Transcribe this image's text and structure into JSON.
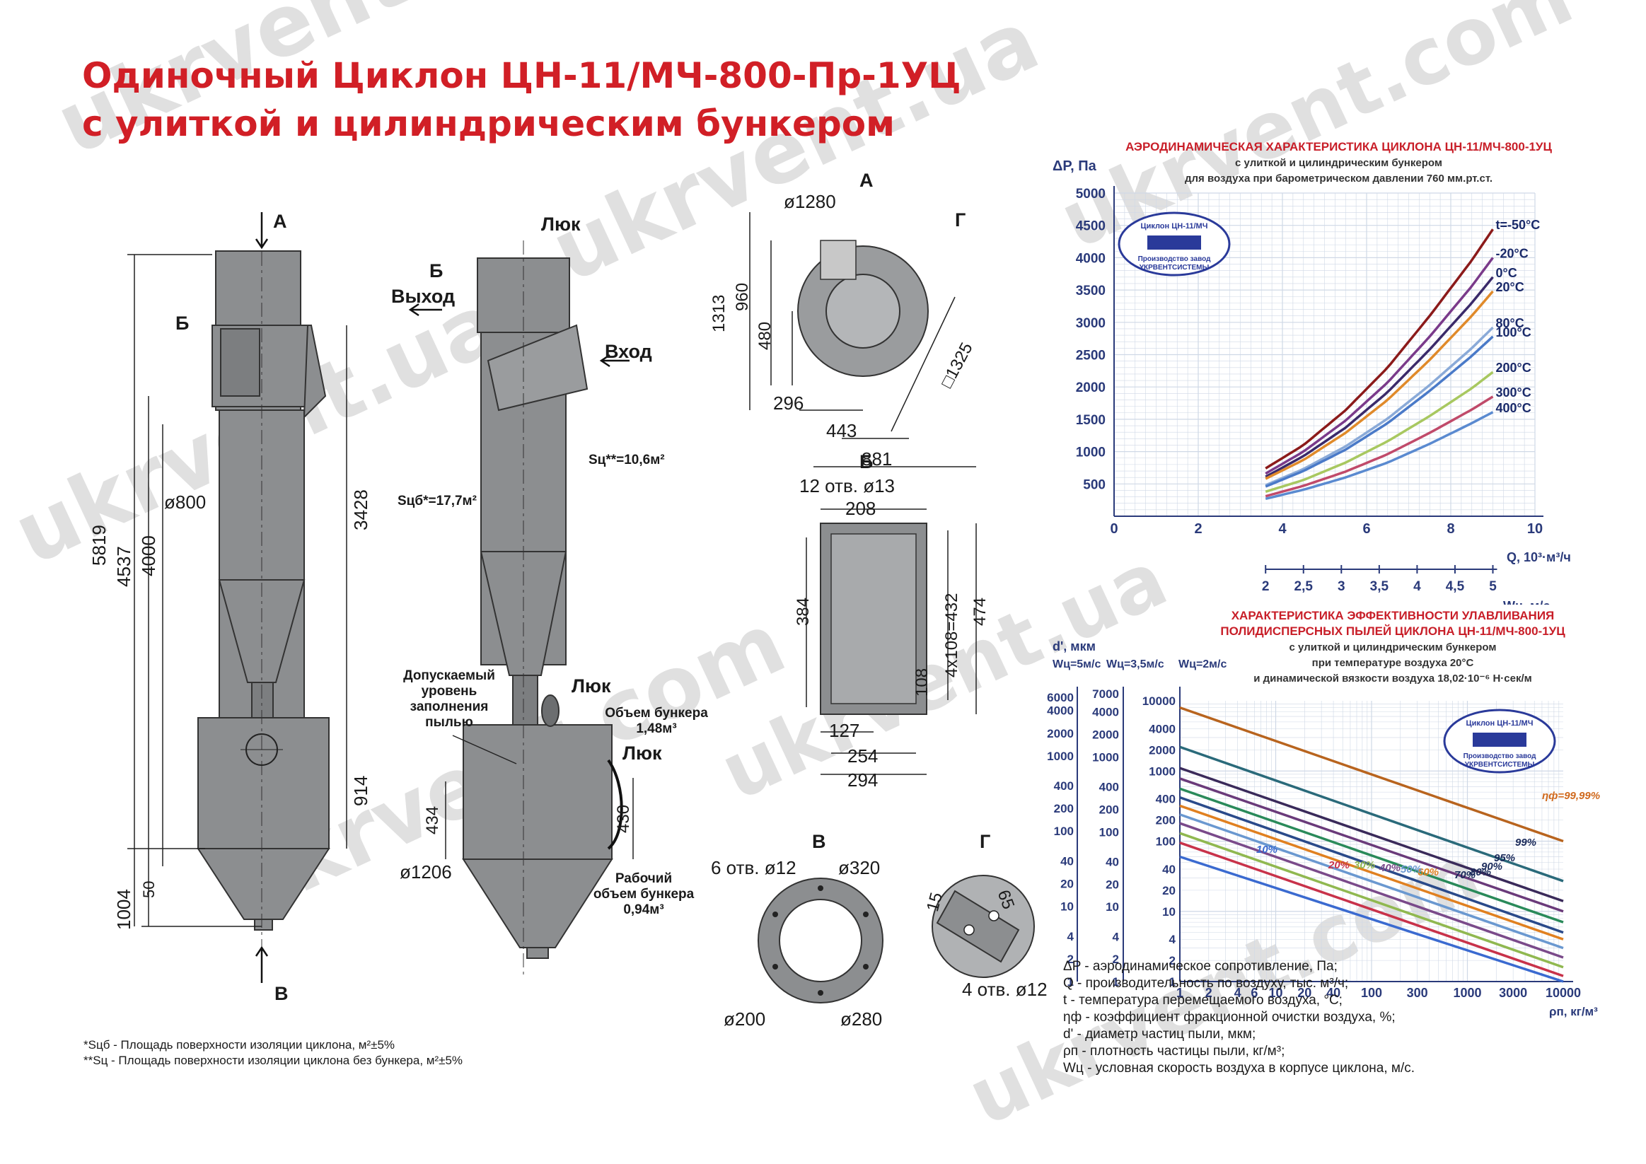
{
  "title_line1": "Одиночный Циклон  ЦН-11/МЧ-800-Пр-1УЦ",
  "title_line2": "с улиткой и цилиндрическим бункером",
  "watermarks": [
    "ukrvent.com",
    "ukrvent.ua",
    "www.ukrvent.com"
  ],
  "view_labels": {
    "A": "А",
    "B": "Б",
    "V": "В",
    "G": "Г"
  },
  "left_view": {
    "dims": [
      "5819",
      "4537",
      "4000",
      "3428",
      "914",
      "1004",
      "50",
      "ø800",
      "ø1206"
    ],
    "surface1": "Sцб*=17,7м²"
  },
  "mid_view": {
    "hatch1": "Люк",
    "hatch2": "Люк",
    "hatch3": "Люк",
    "outlet": "Выход",
    "inlet": "Вход",
    "surface2": "Sц**=10,6м²",
    "dust_level": [
      "Допускаемый",
      "уровень",
      "заполнения",
      "пылью"
    ],
    "bunker_volume": [
      "Объем бункера",
      "1,48м³"
    ],
    "work_volume": [
      "Рабочий",
      "объем бункера",
      "0,94м³"
    ],
    "dims": [
      "434",
      "430"
    ]
  },
  "view_a": {
    "dims": [
      "ø1280",
      "1313",
      "960",
      "480",
      "296",
      "443",
      "881",
      "□1325"
    ]
  },
  "view_b": {
    "holes": "12 отв. ø13",
    "dims": [
      "208",
      "384",
      "4x108=432",
      "474",
      "108",
      "127",
      "254",
      "294"
    ]
  },
  "view_v": {
    "holes": "6 отв. ø12",
    "dims": [
      "ø320",
      "ø200",
      "ø280"
    ]
  },
  "view_g": {
    "holes": "4 отв. ø12",
    "dims": [
      "15",
      "65"
    ]
  },
  "footnotes": [
    "*Sцб - Площадь поверхности изоляции  циклона, м²±5%",
    "**Sц - Площадь поверхности изоляции  циклона без бункера, м²±5%"
  ],
  "chart_data": [
    {
      "type": "line",
      "title": [
        "АЭРОДИНАМИЧЕСКАЯ ХАРАКТЕРИСТИКА ЦИКЛОНА ЦН-11/МЧ-800-1УЦ",
        "с улиткой и цилиндрическим бункером",
        "для воздуха при барометрическом давлении 760 мм.рт.ст."
      ],
      "ylabel": "ΔP, Па",
      "xlabel": "Q, 10³·м³/ч",
      "x2label": "Wц, м/с",
      "xlim": [
        0,
        10
      ],
      "ylim": [
        0,
        5000
      ],
      "x_ticks": [
        "0",
        "2",
        "4",
        "6",
        "8",
        "10"
      ],
      "y_ticks": [
        "500",
        "1000",
        "1500",
        "2000",
        "2500",
        "3000",
        "3500",
        "4000",
        "4500",
        "5000"
      ],
      "x2_ticks": [
        "2",
        "2,5",
        "3",
        "3,5",
        "4",
        "4,5",
        "5"
      ],
      "series": [
        {
          "name": "t=-50°C",
          "color": "#8b1a1a",
          "x": [
            3.6,
            4.5,
            5.5,
            6.5,
            7.5,
            8.5,
            9.0
          ],
          "y": [
            740,
            1100,
            1640,
            2300,
            3100,
            3960,
            4440
          ]
        },
        {
          "name": "-20°C",
          "color": "#7a3a8a",
          "x": [
            3.6,
            4.5,
            5.5,
            6.5,
            7.5,
            8.5,
            9.0
          ],
          "y": [
            660,
            1000,
            1480,
            2070,
            2780,
            3560,
            4000
          ]
        },
        {
          "name": "0°C",
          "color": "#3a2a6a",
          "x": [
            3.6,
            4.5,
            5.5,
            6.5,
            7.5,
            8.5,
            9.0
          ],
          "y": [
            610,
            930,
            1370,
            1920,
            2580,
            3300,
            3700
          ]
        },
        {
          "name": "20°C",
          "color": "#e08a2a",
          "x": [
            3.6,
            4.5,
            5.5,
            6.5,
            7.5,
            8.5,
            9.0
          ],
          "y": [
            580,
            870,
            1290,
            1800,
            2420,
            3100,
            3480
          ]
        },
        {
          "name": "80°C",
          "color": "#8aaad8",
          "x": [
            3.6,
            4.5,
            5.5,
            6.5,
            7.5,
            8.5,
            9.0
          ],
          "y": [
            480,
            730,
            1080,
            1510,
            2030,
            2600,
            2920
          ]
        },
        {
          "name": "100°C",
          "color": "#4a7ac8",
          "x": [
            3.6,
            4.5,
            5.5,
            6.5,
            7.5,
            8.5,
            9.0
          ],
          "y": [
            460,
            700,
            1030,
            1440,
            1940,
            2480,
            2780
          ]
        },
        {
          "name": "200°C",
          "color": "#a8c860",
          "x": [
            3.6,
            4.5,
            5.5,
            6.5,
            7.5,
            8.5,
            9.0
          ],
          "y": [
            380,
            560,
            830,
            1160,
            1550,
            1980,
            2230
          ]
        },
        {
          "name": "300°C",
          "color": "#c04a6a",
          "x": [
            3.6,
            4.5,
            5.5,
            6.5,
            7.5,
            8.5,
            9.0
          ],
          "y": [
            310,
            470,
            690,
            960,
            1290,
            1650,
            1850
          ]
        },
        {
          "name": "400°C",
          "color": "#5a8ad0",
          "x": [
            3.6,
            4.5,
            5.5,
            6.5,
            7.5,
            8.5,
            9.0
          ],
          "y": [
            270,
            410,
            600,
            830,
            1120,
            1440,
            1610
          ]
        }
      ]
    },
    {
      "type": "line",
      "title": [
        "ХАРАКТЕРИСТИКА  ЭФФЕКТИВНОСТИ УЛАВЛИВАНИЯ",
        "ПОЛИДИСПЕРСНЫХ ПЫЛЕЙ ЦИКЛОНА ЦН-11/МЧ-800-1УЦ",
        "с улиткой и цилиндрическим бункером",
        "при температуре воздуха 20°С",
        "и динамической вязкости воздуха  18,02·10⁻⁶ Н·сек/м"
      ],
      "ylabel": "d', мкм",
      "col_labels": [
        "Wц=5м/с",
        "Wц=3,5м/с",
        "Wц=2м/с"
      ],
      "xlabel": "ρп, кг/м³",
      "x_ticks": [
        "1",
        "2",
        "4",
        "6",
        "10",
        "20",
        "40",
        "100",
        "300",
        "1000",
        "3000",
        "10000"
      ],
      "y_ticks_1": [
        "6000",
        "4000",
        "2000",
        "1000",
        "400",
        "200",
        "100",
        "40",
        "20",
        "10",
        "4",
        "2",
        "1"
      ],
      "y_ticks_2": [
        "7000",
        "4000",
        "2000",
        "1000",
        "400",
        "200",
        "100",
        "40",
        "20",
        "10",
        "4",
        "2",
        "1"
      ],
      "y_ticks_3": [
        "10000",
        "4000",
        "2000",
        "1000",
        "400",
        "200",
        "100",
        "40",
        "20",
        "10",
        "4",
        "2",
        "1"
      ],
      "log_scale": true,
      "series": [
        {
          "name": "ηф=99,99%",
          "color": "#b8641e",
          "x": [
            1,
            10000
          ],
          "y": [
            8000,
            100
          ]
        },
        {
          "name": "99%",
          "color": "#2a6a7a",
          "x": [
            1,
            10000
          ],
          "y": [
            2200,
            27
          ]
        },
        {
          "name": "95%",
          "color": "#3a2a5a",
          "x": [
            1,
            10000
          ],
          "y": [
            1100,
            14
          ]
        },
        {
          "name": "90%",
          "color": "#6a3a7a",
          "x": [
            1,
            10000
          ],
          "y": [
            780,
            10
          ]
        },
        {
          "name": "80%",
          "color": "#2a8a5a",
          "x": [
            1,
            10000
          ],
          "y": [
            560,
            7
          ]
        },
        {
          "name": "70%",
          "color": "#2a4a8a",
          "x": [
            1,
            10000
          ],
          "y": [
            420,
            5
          ]
        },
        {
          "name": "60%",
          "color": "#e08020",
          "x": [
            1,
            10000
          ],
          "y": [
            320,
            4
          ]
        },
        {
          "name": "50%",
          "color": "#6a98d0",
          "x": [
            1,
            10000
          ],
          "y": [
            240,
            3
          ]
        },
        {
          "name": "40%",
          "color": "#7a4a8a",
          "x": [
            1,
            10000
          ],
          "y": [
            180,
            2.2
          ]
        },
        {
          "name": "30%",
          "color": "#90b850",
          "x": [
            1,
            10000
          ],
          "y": [
            130,
            1.6
          ]
        },
        {
          "name": "20%",
          "color": "#c8324a",
          "x": [
            1,
            10000
          ],
          "y": [
            95,
            1.2
          ]
        },
        {
          "name": "10%",
          "color": "#3a6ad0",
          "x": [
            1,
            10000
          ],
          "y": [
            60,
            0.75
          ]
        }
      ]
    }
  ],
  "stamp_text": [
    "Циклон ЦН-11/МЧ",
    "Производство завод",
    "УКРВЕНТСИСТЕМЫ"
  ],
  "legend_lines": [
    "ΔP - аэродинамическое сопротивление, Па;",
    "Q - производительность по воздуху, тыс. м³/ч;",
    "t - температура перемещаемого воздуха, °С;",
    "ηф - коэффициент фракционной очистки воздуха, %;",
    "d' - диаметр частиц пыли, мкм;",
    "ρп - плотность частицы пыли, кг/м³;",
    "Wц - условная скорость воздуха в корпусе циклона, м/с."
  ]
}
